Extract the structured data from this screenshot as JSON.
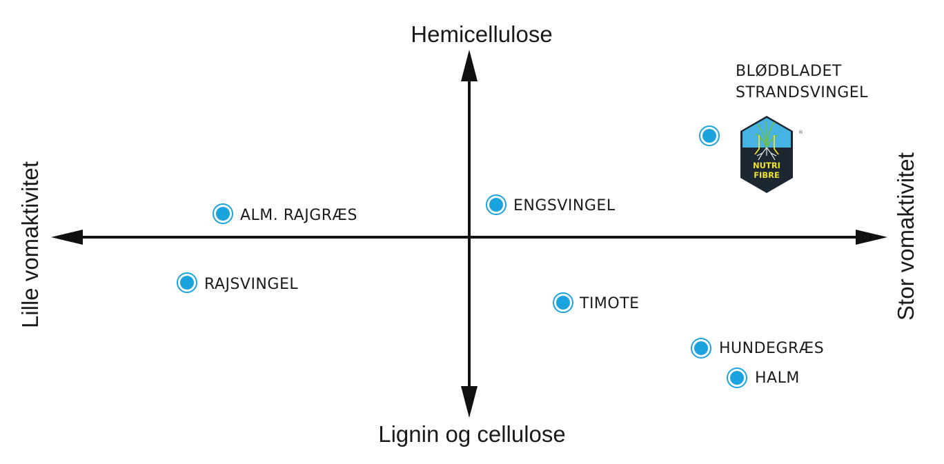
{
  "axes": {
    "top": "Hemicellulose",
    "bottom": "Lignin og cellulose",
    "left": "Lille vomaktivitet",
    "right": "Stor vomaktivitet"
  },
  "colors": {
    "axis": "#111111",
    "marker": "#1aa3dd",
    "logo_dark": "#1c2731",
    "logo_sky": "#47b3e3",
    "logo_text": "#f2e32a"
  },
  "points": [
    {
      "id": "alm-rajgraes",
      "label": "ALM. RAJGRÆS"
    },
    {
      "id": "engsvingel",
      "label": "ENGSVINGEL"
    },
    {
      "id": "rajsvingel",
      "label": "RAJSVINGEL"
    },
    {
      "id": "timote",
      "label": "TIMOTE"
    },
    {
      "id": "hundegraes",
      "label": "HUNDEGRÆS"
    },
    {
      "id": "halm",
      "label": "HALM"
    },
    {
      "id": "blodbladet-strandsvingel",
      "label": "BLØDBLADET STRANDSVINGEL",
      "label_lines": [
        "BLØDBLADET",
        "STRANDSVINGEL"
      ]
    }
  ],
  "logo": {
    "icon": "nutri-fibre-badge-icon",
    "text_lines": [
      "NUTRI",
      "FIBRE"
    ],
    "mark": "®"
  }
}
